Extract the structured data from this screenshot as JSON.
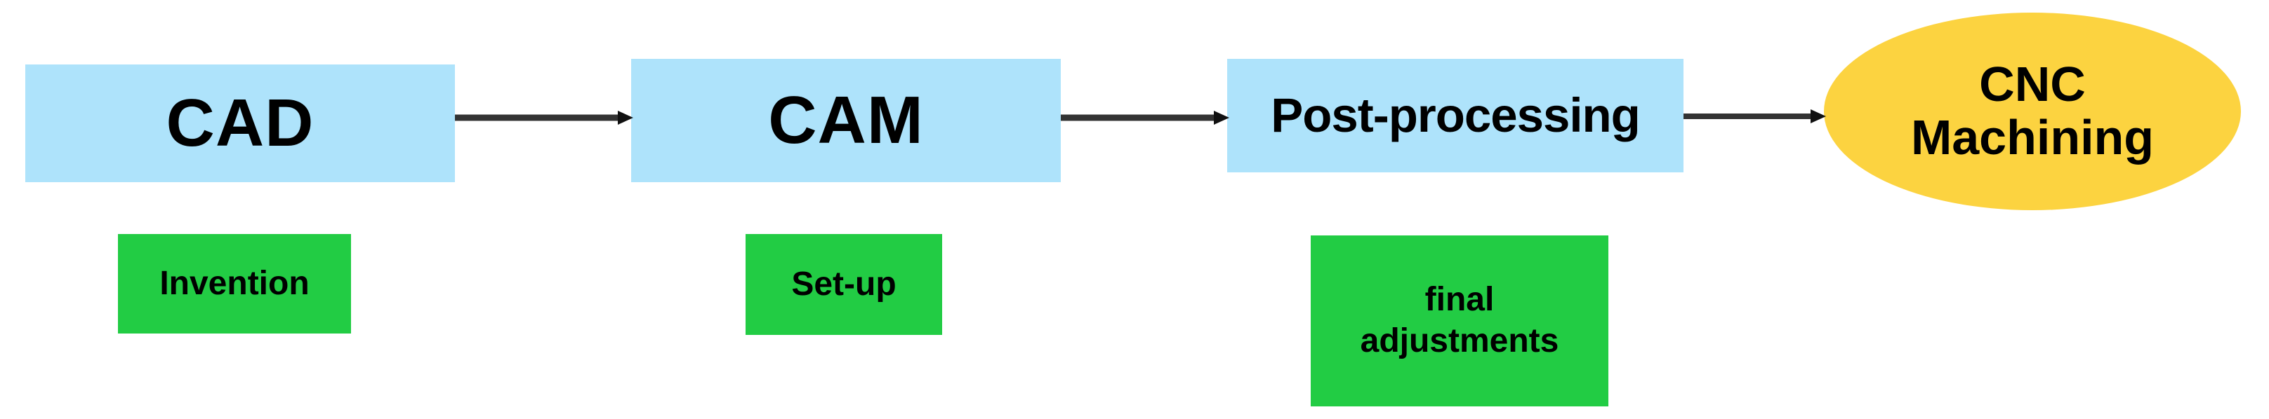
{
  "diagram": {
    "title": "CNC manufacturing process flow",
    "type": "flowchart",
    "orientation": "left-to-right",
    "colors": {
      "process_fill": "#AEE3FB",
      "terminator_fill": "#FCD340",
      "annotation_fill": "#22CC44",
      "arrow_stroke": "#333333",
      "text": "#000000",
      "background": "#FFFFFF"
    },
    "nodes": [
      {
        "id": "cad",
        "label": "CAD",
        "shape": "rectangle"
      },
      {
        "id": "cam",
        "label": "CAM",
        "shape": "rectangle"
      },
      {
        "id": "post",
        "label": "Post-processing",
        "shape": "rectangle"
      },
      {
        "id": "cnc",
        "label_line1": "CNC",
        "label_line2": "Machining",
        "shape": "ellipse"
      }
    ],
    "annotations": [
      {
        "id": "invention",
        "label": "Invention",
        "attached_to": "cad"
      },
      {
        "id": "setup",
        "label": "Set-up",
        "attached_to": "cam"
      },
      {
        "id": "final",
        "label_line1": "final",
        "label_line2": "adjustments",
        "attached_to": "post"
      }
    ],
    "edges": [
      {
        "from": "cad",
        "to": "cam",
        "style": "solid-arrow"
      },
      {
        "from": "cam",
        "to": "post",
        "style": "solid-arrow"
      },
      {
        "from": "post",
        "to": "cnc",
        "style": "solid-arrow"
      }
    ]
  }
}
